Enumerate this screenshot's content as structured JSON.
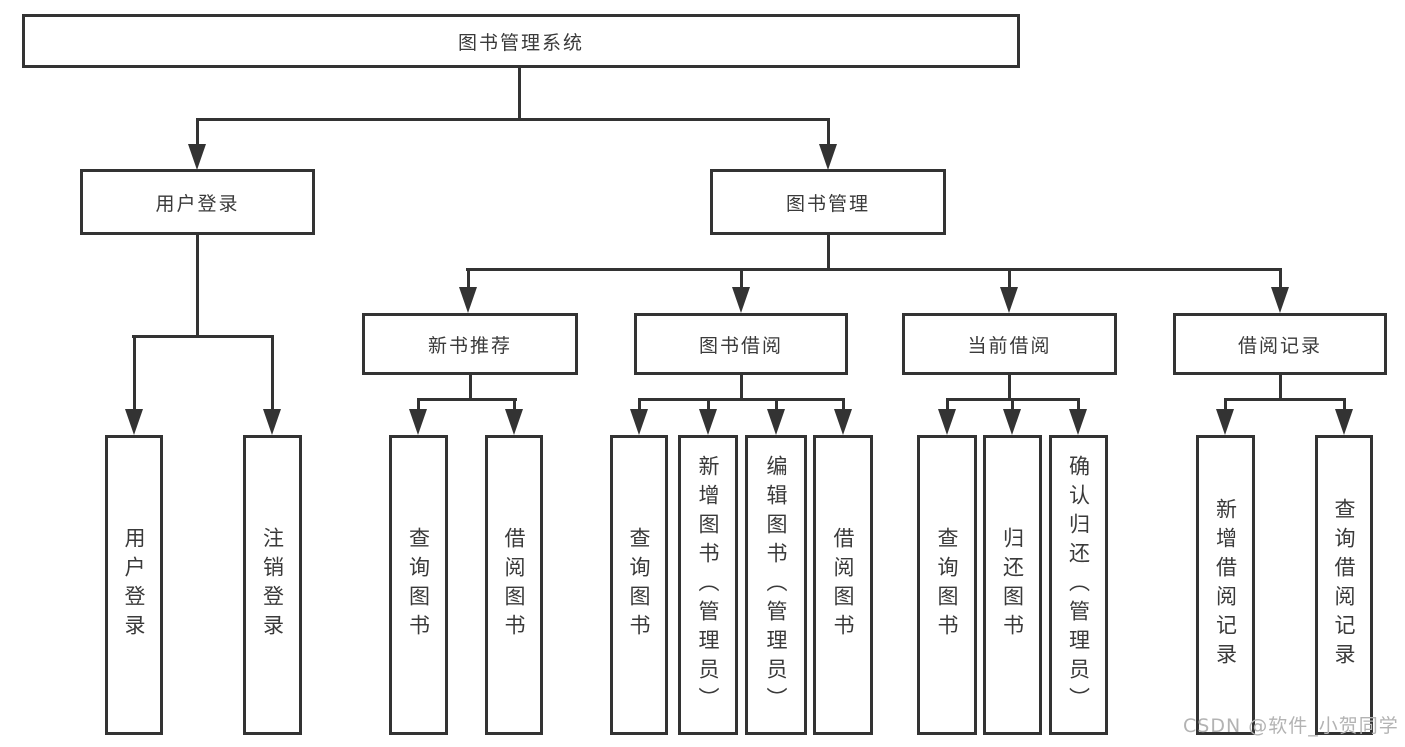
{
  "tree": {
    "label": "图书管理系统",
    "children": [
      {
        "label": "用户登录",
        "children": [
          {
            "label": "用户登录"
          },
          {
            "label": "注销登录"
          }
        ]
      },
      {
        "label": "图书管理",
        "children": [
          {
            "label": "新书推荐",
            "children": [
              {
                "label": "查询图书"
              },
              {
                "label": "借阅图书"
              }
            ]
          },
          {
            "label": "图书借阅",
            "children": [
              {
                "label": "查询图书"
              },
              {
                "label": "新增图书（管理员）"
              },
              {
                "label": "编辑图书（管理员）"
              },
              {
                "label": "借阅图书"
              }
            ]
          },
          {
            "label": "当前借阅",
            "children": [
              {
                "label": "查询图书"
              },
              {
                "label": "归还图书"
              },
              {
                "label": "确认归还（管理员）"
              }
            ]
          },
          {
            "label": "借阅记录",
            "children": [
              {
                "label": "新增借阅记录"
              },
              {
                "label": "查询借阅记录"
              }
            ]
          }
        ]
      }
    ]
  },
  "watermark": {
    "text": "CSDN @软件_小贺同学",
    "color": "#b3b3b3"
  },
  "colors": {
    "line": "#333333",
    "box_border": "#333333",
    "box_background": "#ffffff",
    "text": "#3a3a3a",
    "background": "#ffffff"
  }
}
